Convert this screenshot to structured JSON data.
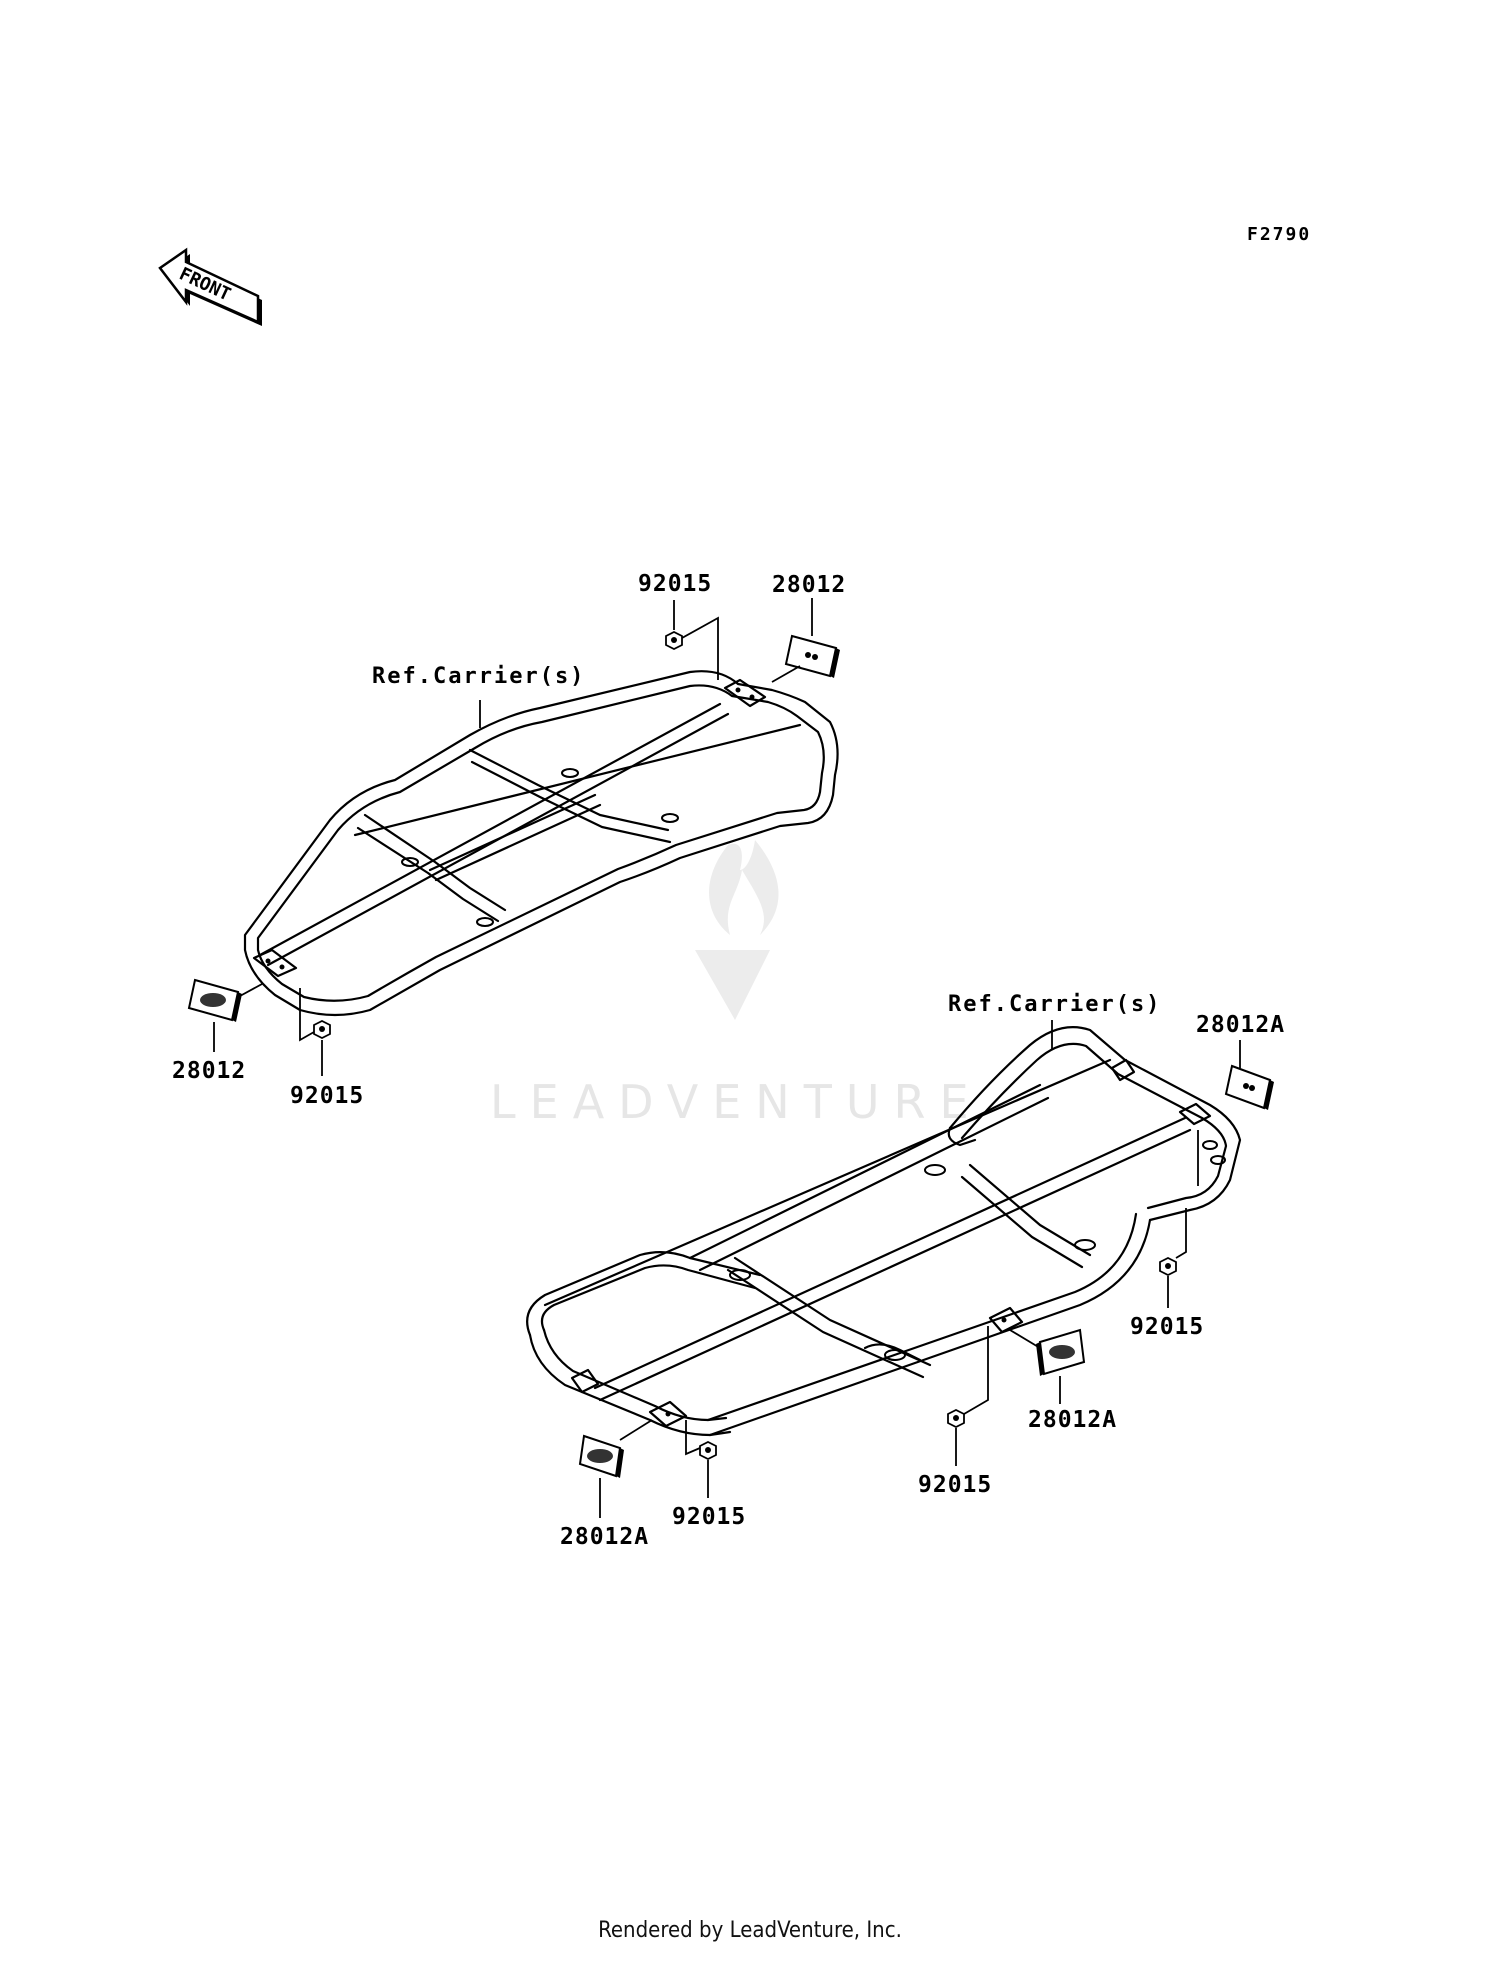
{
  "diagram_code": "F2790",
  "front_arrow_label": "FRONT",
  "watermark": "LEADVENTURE",
  "footer": "Rendered by LeadVenture, Inc.",
  "carrier_top": {
    "ref_label": "Ref.Carrier(s)",
    "nut_top_label": "92015",
    "reflector_top_label": "28012",
    "reflector_bottom_label": "28012",
    "nut_bottom_label": "92015"
  },
  "carrier_bottom": {
    "ref_label": "Ref.Carrier(s)",
    "reflector_right_top_label": "28012A",
    "nut_right_label": "92015",
    "reflector_right_mid_label": "28012A",
    "nut_center_label": "92015",
    "nut_left_label": "92015",
    "reflector_left_label": "28012A"
  },
  "colors": {
    "line": "#000000",
    "watermark": "#e6e6e6",
    "background": "#ffffff"
  }
}
